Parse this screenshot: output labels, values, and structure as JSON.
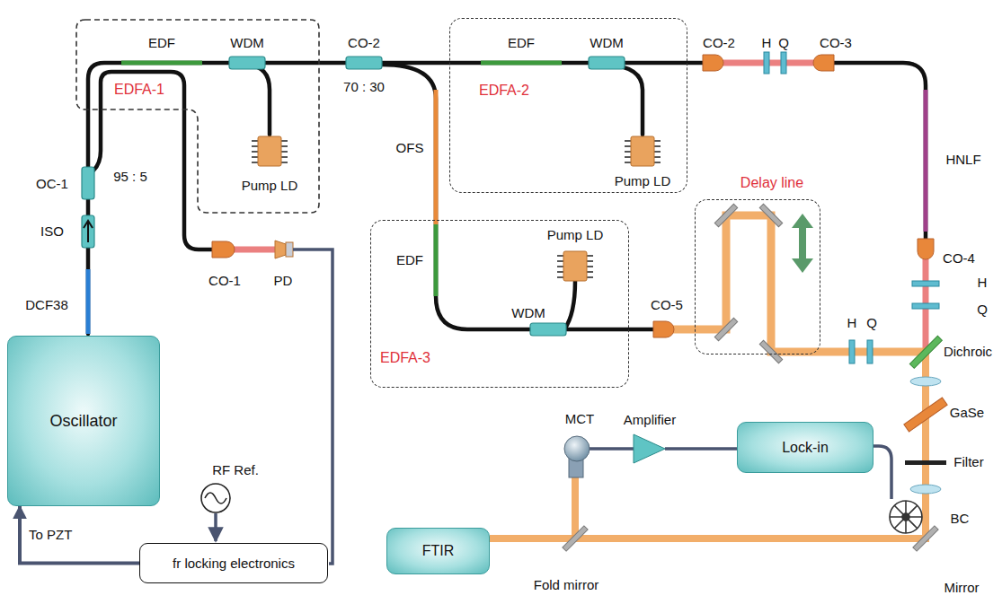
{
  "diagram": {
    "nodes": [
      {
        "text": [
          "EDFA-1"
        ]
      },
      {
        "text": [
          "EDFA-2"
        ]
      },
      {
        "text": [
          "EDFA-3"
        ]
      },
      {
        "text": [
          "Delay line"
        ]
      },
      {
        "text": [
          "Oscillator"
        ]
      },
      {
        "text": [
          "Lock-in"
        ]
      },
      {
        "text": [
          "FTIR"
        ]
      },
      {
        "text": [
          "fr locking electronics"
        ]
      }
    ],
    "edges": [
      {
        "from": 7,
        "to": 4,
        "arrow": "to",
        "label": "To PZT"
      }
    ],
    "labels": [
      "EDF",
      "WDM",
      "CO-2",
      "70 : 30",
      "Pump LD",
      "OC-1",
      "95 : 5",
      "ISO",
      "DCF38",
      "CO-1",
      "PD",
      "RF Ref.",
      "EDF",
      "WDM",
      "Pump LD",
      "CO-2",
      "H",
      "Q",
      "CO-3",
      "HNLF",
      "CO-4",
      "H",
      "Q",
      "OFS",
      "EDF",
      "Pump LD",
      "WDM",
      "CO-5",
      "H",
      "Q",
      "Dichroic",
      "GaSe",
      "Filter",
      "BC",
      "Mirror",
      "Fold mirror",
      "MCT",
      "Amplifier"
    ]
  }
}
